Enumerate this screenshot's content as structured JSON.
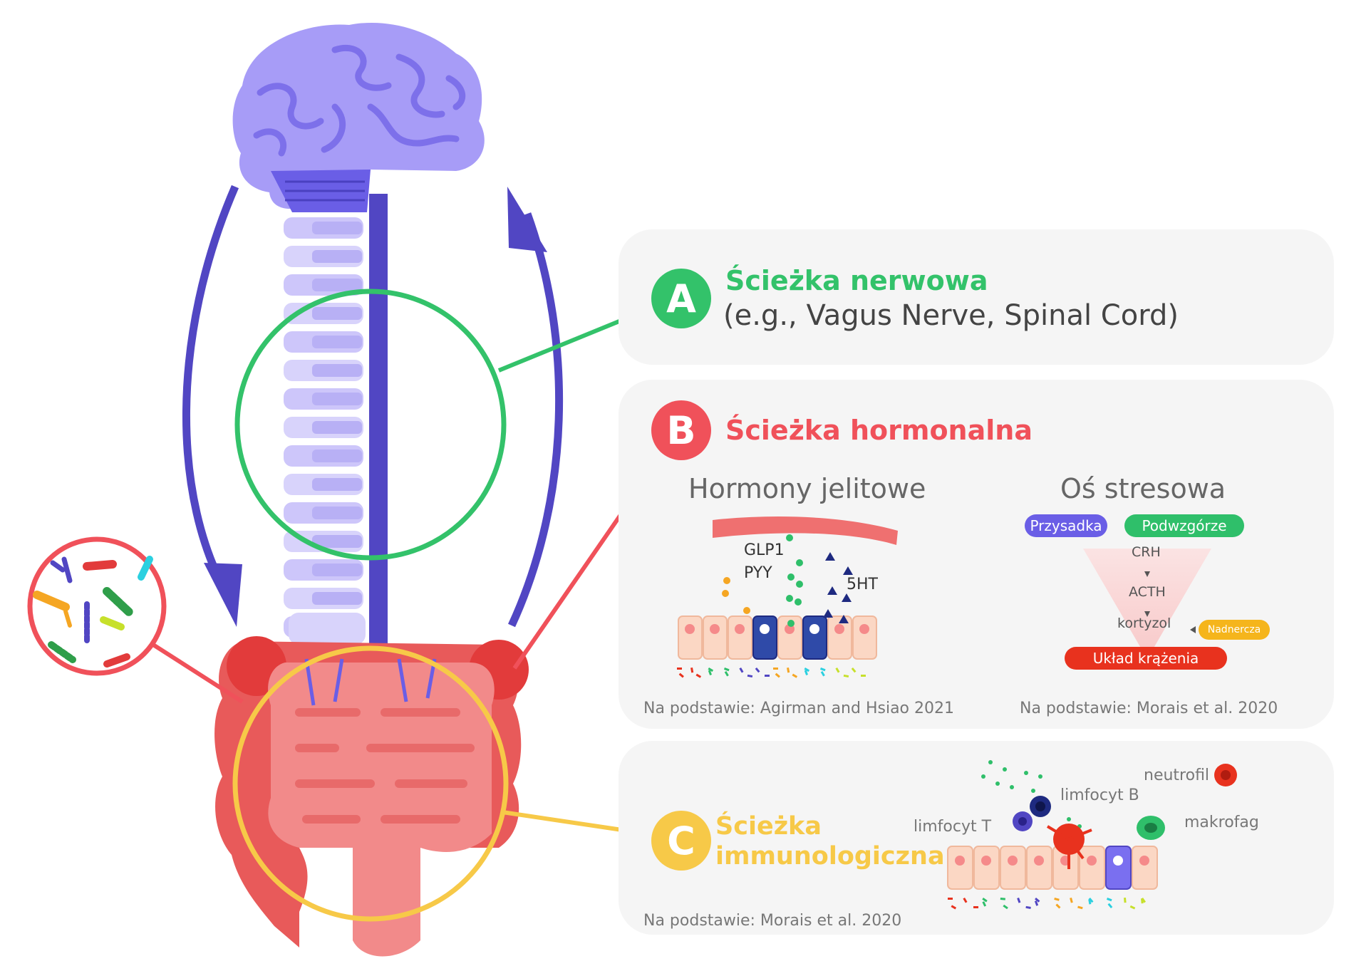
{
  "colors": {
    "nervous": "#33c26a",
    "hormonal": "#f0515a",
    "immune": "#f7c948",
    "brain": "#a79cf7",
    "spine": "#5146c3",
    "gut": "#f18a8a",
    "panel_bg": "#f5f5f5"
  },
  "pathway_a": {
    "badge": "A",
    "title": "Ścieżka nerwowa",
    "subtitle": "(e.g., Vagus Nerve, Spinal Cord)"
  },
  "pathway_b": {
    "badge": "B",
    "title": "Ścieżka hormonalna",
    "gut_hormones": {
      "heading": "Hormony jelitowe",
      "labels": [
        "GLP1",
        "PYY",
        "5HT"
      ],
      "source": "Na podstawie: Agirman and Hsiao 2021"
    },
    "stress_axis": {
      "heading": "Oś stresowa",
      "pituitary": "Przysadka",
      "hypothalamus": "Podwzgórze",
      "steps": [
        "CRH",
        "ACTH",
        "kortyzol"
      ],
      "adrenal": "Nadnercza",
      "circulation": "Układ krążenia",
      "source": "Na podstawie: Morais et al. 2020"
    }
  },
  "pathway_c": {
    "badge": "C",
    "title_line1": "Ścieżka",
    "title_line2": "immunologiczna",
    "cells": {
      "neutrophil": "neutrofil",
      "b_cell": "limfocyt B",
      "t_cell": "limfocyt T",
      "macrophage": "makrofag"
    },
    "source": "Na podstawie: Morais et al. 2020"
  }
}
